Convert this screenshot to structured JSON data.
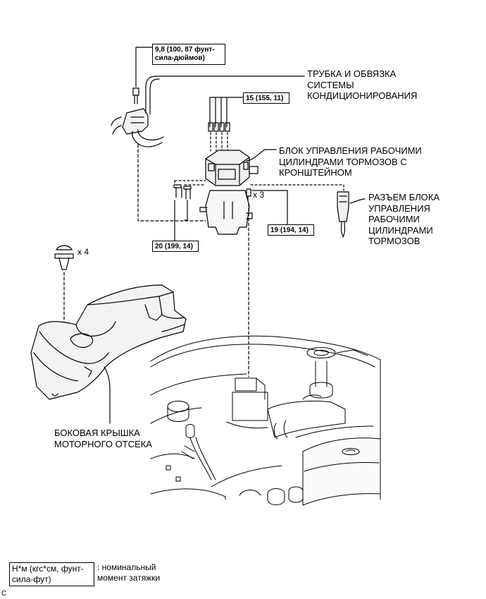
{
  "labels": {
    "ac_tube": "ТРУБКА И ОБВЯЗКА\nСИСТЕМЫ\nКОНДИЦИОНИРОВАНИЯ",
    "actuator": "БЛОК УПРАВЛЕНИЯ РАБОЧИМИ\nЦИЛИНДРАМИ ТОРМОЗОВ С\nКРОНШТЕЙНОМ",
    "connector": "РАЗЪЕМ БЛОКА\nУПРАВЛЕНИЯ\nРАБОЧИМИ\nЦИЛИНДРАМИ\nТОРМОЗОВ",
    "cover": "БОКОВАЯ КРЫШКА\nМОТОРНОГО ОТСЕКА"
  },
  "torque": {
    "t1": "9,8 (100, 87 фунт-\nсила-дюймов)",
    "t2": "15 (155, 11)",
    "t3": "20 (199, 14)",
    "t4": "19 (194, 14)"
  },
  "quantities": {
    "bolts": "x 3",
    "clips": "x 4"
  },
  "legend": {
    "unit": "Н*м (кгс*см, фунт-\nсила-фут)",
    "description": ": номинальный\nмомент затяжки"
  },
  "corner_mark": "C"
}
